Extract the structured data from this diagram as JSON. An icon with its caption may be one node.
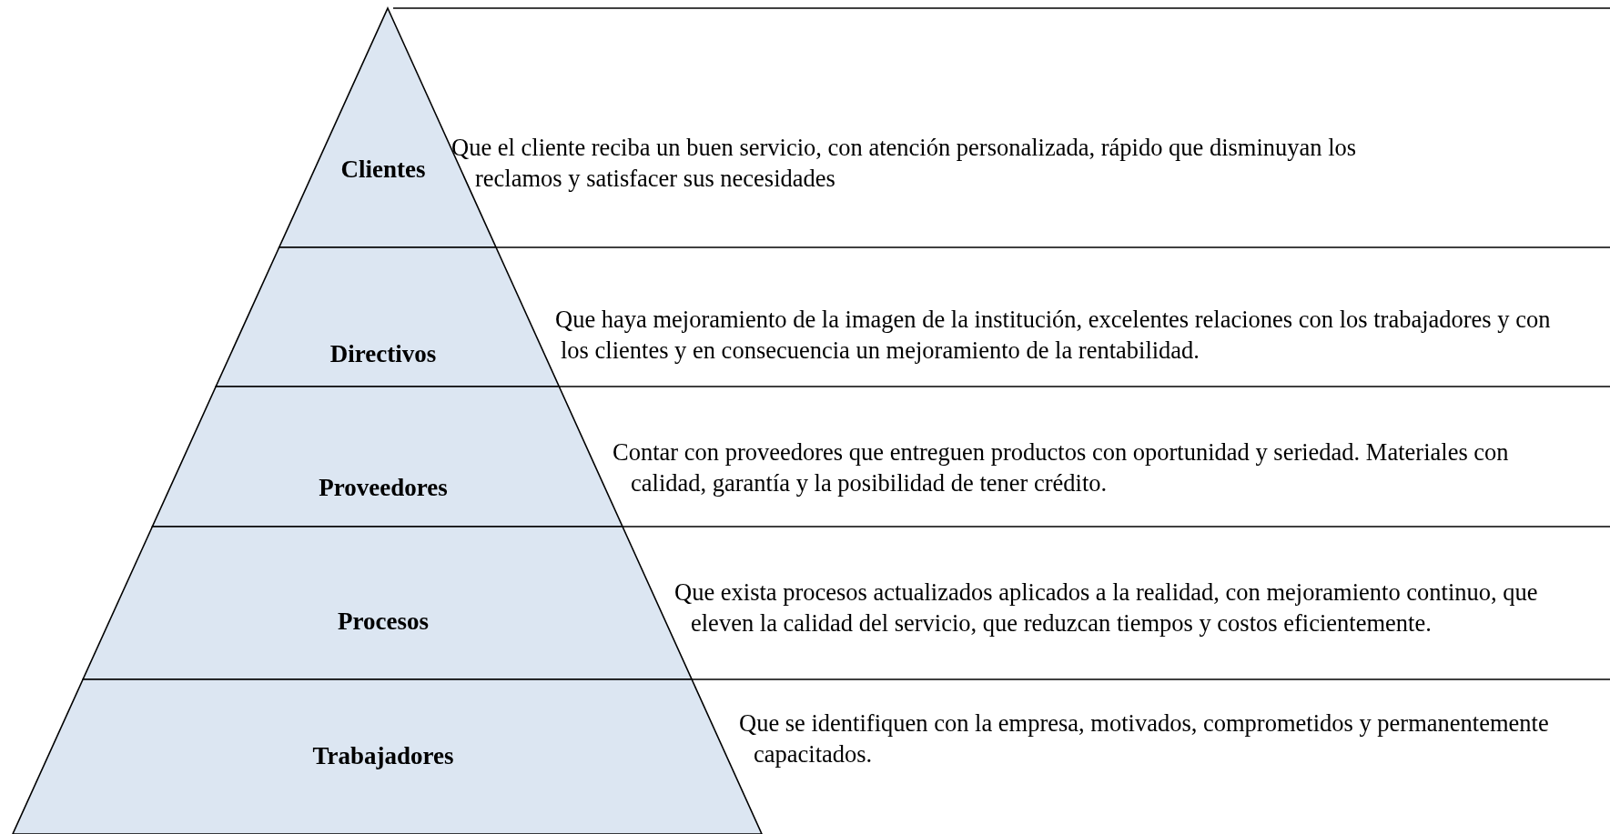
{
  "diagram": {
    "nodes": [
      {
        "text": [
          "Clientes",
          "Que el cliente reciba un buen servicio, con atención personalizada, rápido que disminuyan los reclamos y satisfacer sus necesidades"
        ]
      },
      {
        "text": [
          "Directivos",
          "Que haya mejoramiento de la imagen de la institución, excelentes relaciones con los trabajadores y con los clientes y en consecuencia un mejoramiento de la rentabilidad."
        ]
      },
      {
        "text": [
          "Proveedores",
          "Contar con proveedores que entreguen productos con oportunidad y seriedad. Materiales con calidad, garantía y la posibilidad de tener crédito."
        ]
      },
      {
        "text": [
          "Procesos",
          "Que exista procesos actualizados aplicados a la realidad, con mejoramiento continuo, que eleven la calidad del servicio, que reduzcan tiempos y costos eficientemente."
        ]
      },
      {
        "text": [
          "Trabajadores",
          "Que se identifiquen con la empresa, motivados, comprometidos y permanentemente capacitados."
        ]
      }
    ]
  }
}
